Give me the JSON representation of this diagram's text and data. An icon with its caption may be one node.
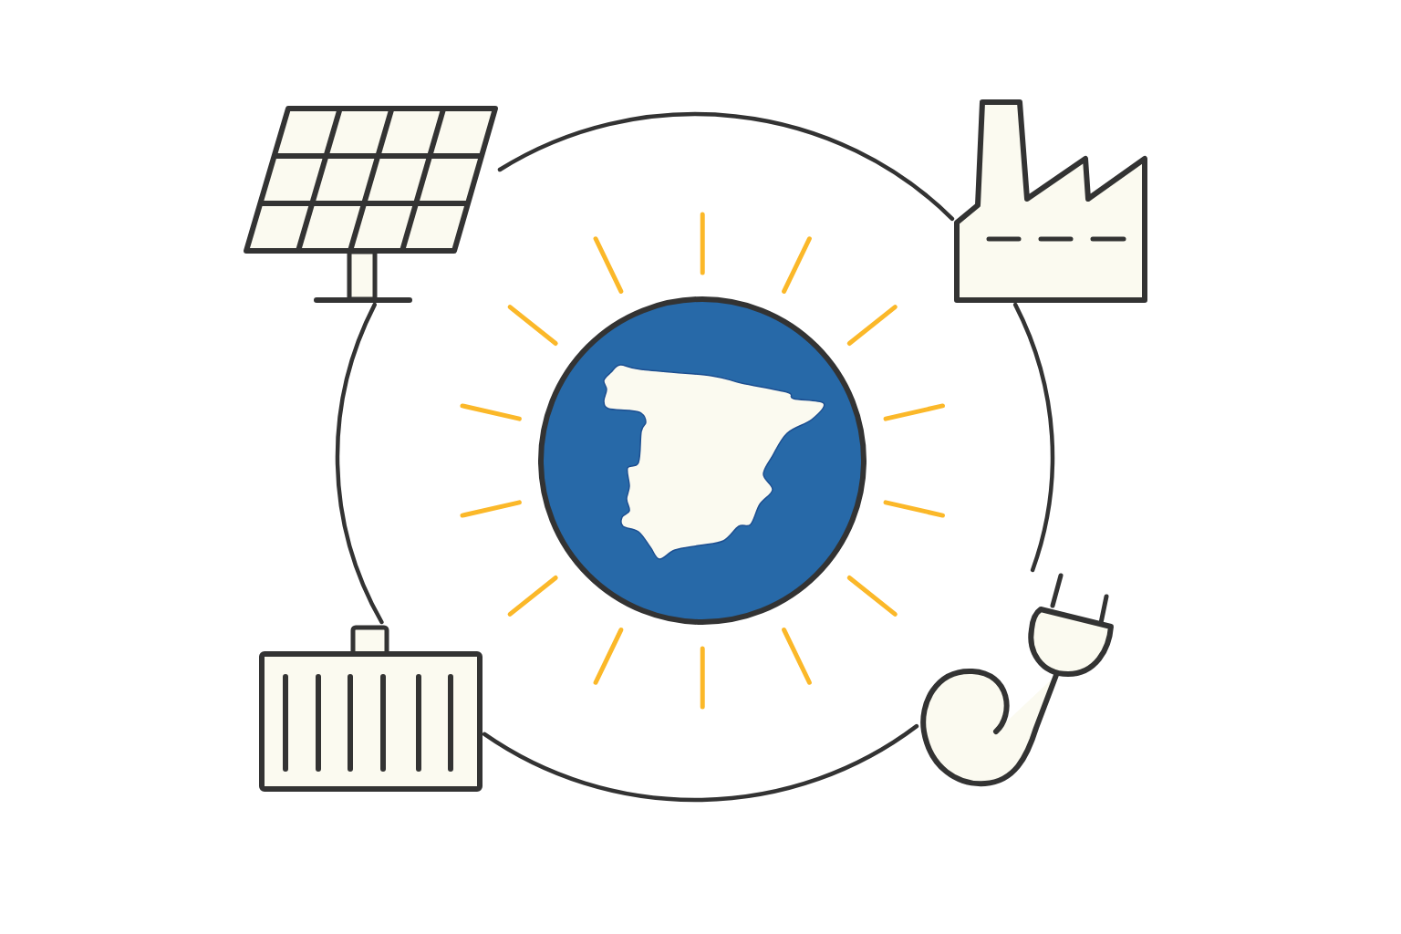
{
  "diagram": {
    "nodes": [
      {
        "text": [],
        "shape": "picture"
      },
      {
        "text": [],
        "shape": "picture"
      },
      {
        "text": [],
        "shape": "picture"
      },
      {
        "text": [],
        "shape": "picture"
      },
      {
        "text": [],
        "shape": "picture"
      }
    ],
    "edges": [
      {
        "from": 0,
        "to": 1,
        "arrow": "none"
      },
      {
        "from": 1,
        "to": 2,
        "arrow": "none"
      },
      {
        "from": 2,
        "to": 3,
        "arrow": "none"
      },
      {
        "from": 3,
        "to": 0,
        "arrow": "none"
      }
    ]
  }
}
